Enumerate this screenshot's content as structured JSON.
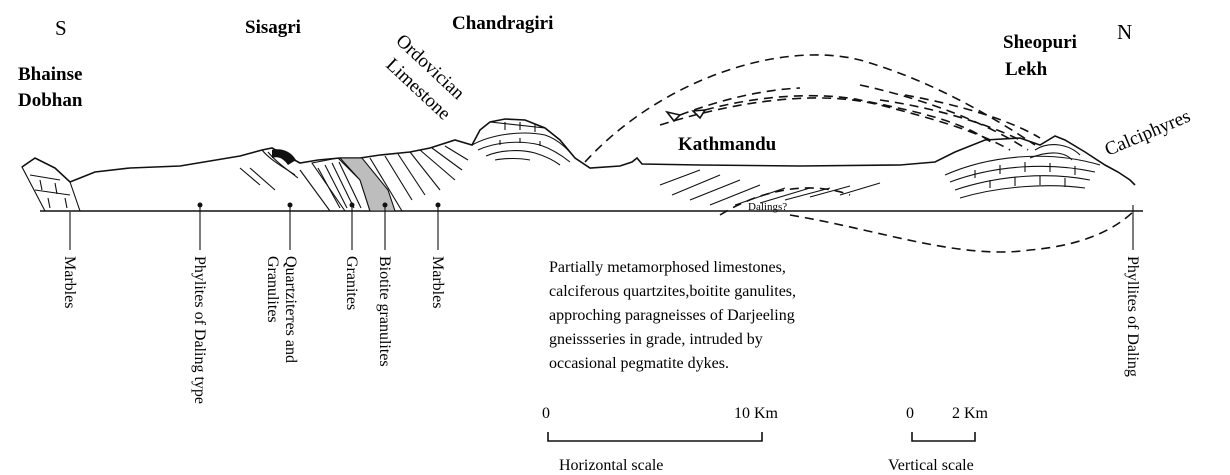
{
  "compass": {
    "south": "S",
    "north": "N"
  },
  "places": {
    "bhainse_line1": "Bhainse",
    "bhainse_line2": "Dobhan",
    "sisagri": "Sisagri",
    "chandragiri": "Chandragiri",
    "sheopuri_line1": "Sheopuri",
    "sheopuri_line2": "Lekh",
    "kathmandu": "Kathmandu"
  },
  "annotations": {
    "ordovician_line1": "Ordovician",
    "ordovician_line2": "Limestone",
    "calciphyres": "Calciphyres",
    "dalings": "Dalings?"
  },
  "rock_labels": {
    "marbles_left": "Marbles",
    "phyllites_daling_type": "Phylites of Daling type",
    "quartzites_line1": "Quartziteтes and",
    "quartzites_line2": "Granulites",
    "granites": "Granites",
    "biotite_granulites": "Biotite granulites",
    "marbles_center": "Marbles",
    "phyllites_daling_right": "Phyllites of Daling"
  },
  "description": [
    "Partially metamorphosed limestones,",
    " calciferous quartzites,boitite ganulites,",
    "approching paragneisses of Darjeeling",
    " gneissseries in grade, intruded by",
    " occasional pegmatite dykes."
  ],
  "scales": {
    "horizontal": {
      "start": "0",
      "end": "10 Km",
      "caption": "Horizontal scale"
    },
    "vertical": {
      "start": "0",
      "end": "2 Km",
      "caption": "Vertical scale"
    }
  }
}
